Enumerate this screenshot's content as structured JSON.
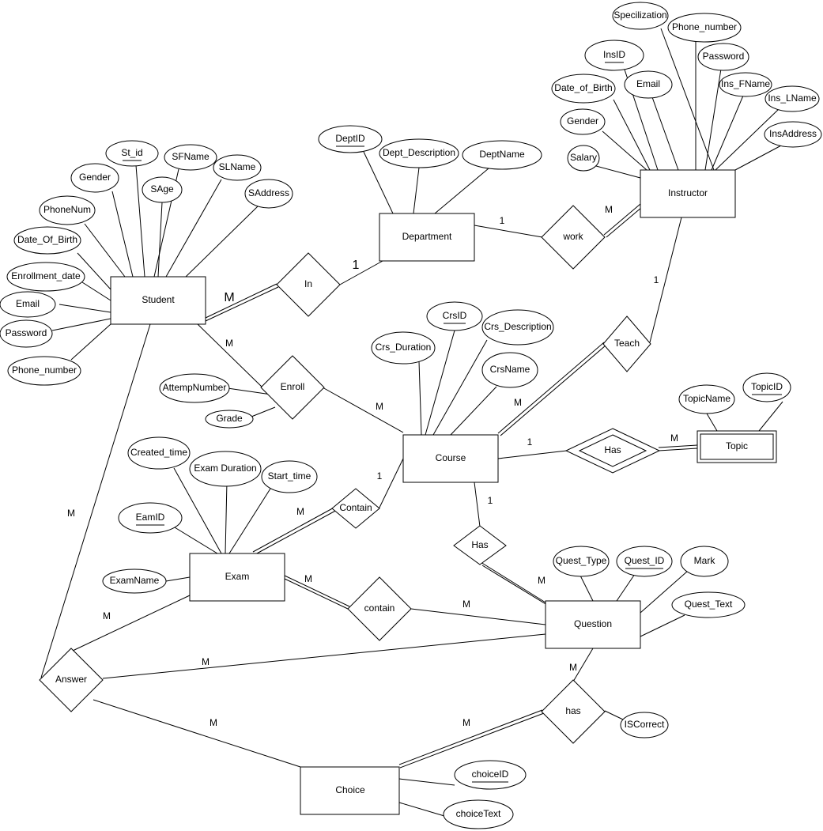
{
  "entities": {
    "student": "Student",
    "department": "Department",
    "instructor": "Instructor",
    "course": "Course",
    "topic": "Topic",
    "exam": "Exam",
    "question": "Question",
    "choice": "Choice"
  },
  "relationships": {
    "in": "In",
    "work": "work",
    "teach": "Teach",
    "enroll": "Enroll",
    "has_topic": "Has",
    "contain_course": "Contain",
    "has_question": "Has",
    "contain_exam": "contain",
    "answer": "Answer",
    "has_choice": "has"
  },
  "attributes": {
    "specilization": "Specilization",
    "phone_number_ins": "Phone_number",
    "insid": "InsID",
    "password_ins": "Password",
    "date_of_birth_ins": "Date_of_Birth",
    "email_ins": "Email",
    "ins_fname": "Ins_FName",
    "ins_lname": "Ins_LName",
    "gender_ins": "Gender",
    "insaddress": "InsAddress",
    "salary": "Salary",
    "deptid": "DeptID",
    "dept_description": "Dept_Description",
    "deptname": "DeptName",
    "st_id": "St_id",
    "sfname": "SFName",
    "gender_st": "Gender",
    "slname": "SLName",
    "sage": "SAge",
    "phonenum": "PhoneNum",
    "saddress": "SAddress",
    "date_of_birth_st": "Date_Of_Birth",
    "enrollment_date": "Enrollment_date",
    "email_st": "Email",
    "password_st": "Password",
    "phone_number_st": "Phone_number",
    "crsid": "CrsID",
    "crs_description": "Crs_Description",
    "crs_duration": "Crs_Duration",
    "crsname": "CrsName",
    "topicname": "TopicName",
    "topicid": "TopicID",
    "attempnumber": "AttempNumber",
    "grade": "Grade",
    "created_time": "Created_time",
    "exam_duration": "Exam Duration",
    "start_time": "Start_time",
    "eamid": "EamID",
    "examname": "ExamName",
    "quest_type": "Quest_Type",
    "quest_id": "Quest_ID",
    "mark": "Mark",
    "quest_text": "Quest_Text",
    "iscorrect": "ISCorrect",
    "choiceid": "choiceID",
    "choicetext": "choiceText"
  },
  "cardinalities": {
    "student_in": "M",
    "in_department": "1",
    "department_work": "1",
    "work_instructor": "M",
    "instructor_teach": "1",
    "teach_course": "M",
    "student_enroll": "M",
    "enroll_course": "M",
    "course_has_topic": "1",
    "has_topic_topic": "M",
    "course_contain": "1",
    "contain_exam": "M",
    "course_has_question": "1",
    "has_question_question": "M",
    "exam_contain": "M",
    "contain_question": "M",
    "student_answer": "M",
    "exam_answer": "M",
    "question_answer": "M",
    "answer_choice": "M",
    "question_has": "M",
    "has_choice": "M"
  },
  "colors": {
    "stroke": "#000000",
    "fill": "#ffffff"
  }
}
